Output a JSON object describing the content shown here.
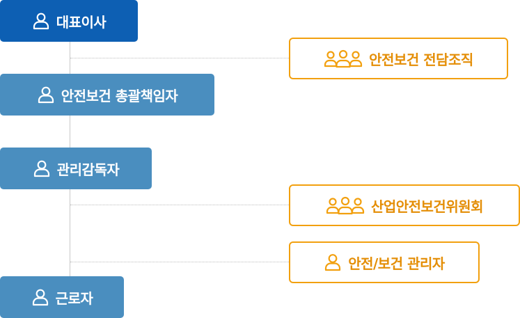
{
  "colors": {
    "ceo_fill": "#0d5fb3",
    "role_fill": "#4a8ebf",
    "committee_border": "#f2a00f",
    "committee_text": "#e48e06",
    "connector": "#c8c8c8"
  },
  "chain": [
    {
      "label": "대표이사",
      "icon": "person-icon"
    },
    {
      "label": "안전보건 총괄책임자",
      "icon": "person-icon"
    },
    {
      "label": "관리감독자",
      "icon": "person-icon"
    },
    {
      "label": "근로자",
      "icon": "person-icon"
    }
  ],
  "side": [
    {
      "label": "안전보건 전담조직",
      "icon": "people-group-icon"
    },
    {
      "label": "산업안전보건위원회",
      "icon": "people-group-icon"
    },
    {
      "label": "안전/보건 관리자",
      "icon": "person-icon"
    }
  ]
}
